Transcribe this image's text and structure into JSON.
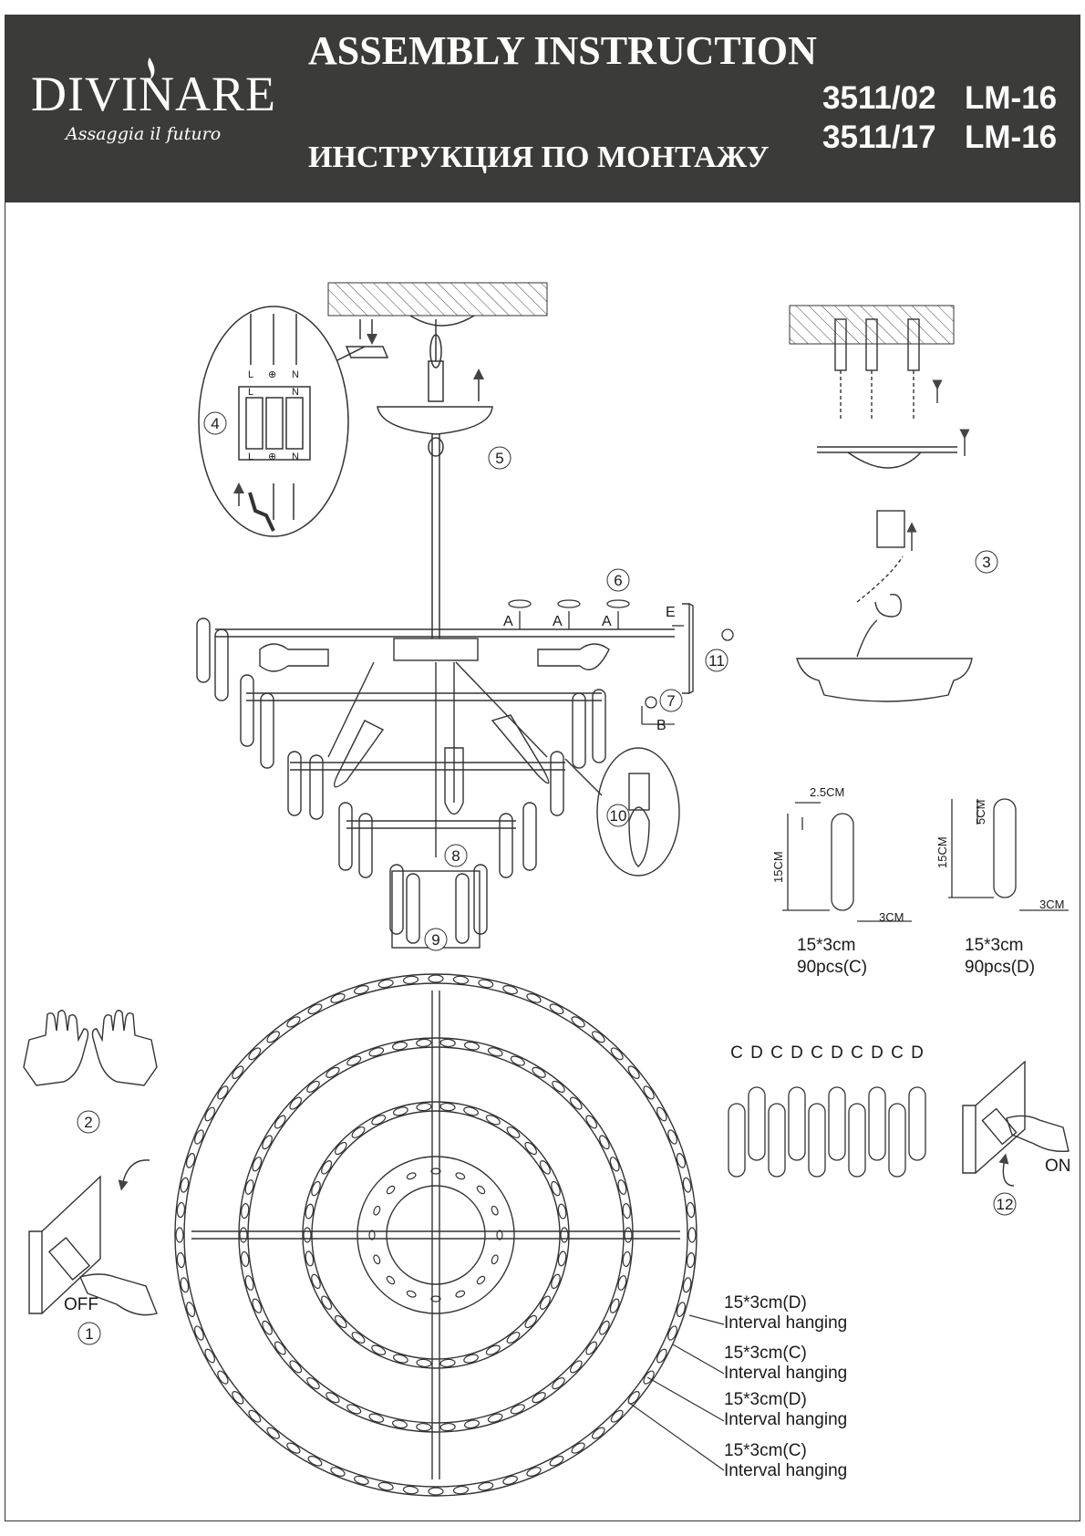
{
  "header": {
    "brand": "DIVINARE",
    "tagline": "Assaggia il futuro",
    "title_en": "ASSEMBLY INSTRUCTION",
    "title_ru": "ИНСТРУКЦИЯ ПО МОНТАЖУ",
    "models": [
      {
        "code": "3511/02",
        "type": "LM-16"
      },
      {
        "code": "3511/17",
        "type": "LM-16"
      }
    ]
  },
  "wiring": {
    "terminals_top": [
      "L",
      "⊕",
      "N"
    ],
    "terminals_mid": [
      "L",
      "N"
    ],
    "terminals_bot": [
      "L",
      "⊕",
      "N"
    ]
  },
  "steps": [
    "1",
    "2",
    "3",
    "4",
    "5",
    "6",
    "7",
    "8",
    "9",
    "10",
    "11",
    "12"
  ],
  "part_letters": {
    "a": "A",
    "b": "B",
    "e": "E"
  },
  "crystal_c": {
    "dim_top": "2.5CM",
    "dim_height": "15CM",
    "dim_width": "3CM",
    "size": "15*3cm",
    "count": "90pcs(C)"
  },
  "crystal_d": {
    "dim_top": "5CM",
    "dim_height": "15CM",
    "dim_width": "3CM",
    "size": "15*3cm",
    "count": "90pcs(D)"
  },
  "sequence": [
    "C",
    "D",
    "C",
    "D",
    "C",
    "D",
    "C",
    "D",
    "C",
    "D"
  ],
  "switch": {
    "off": "OFF",
    "on": "ON"
  },
  "rings": [
    {
      "size": "15*3cm(D)",
      "note": "Interval hanging"
    },
    {
      "size": "15*3cm(C)",
      "note": "Interval hanging"
    },
    {
      "size": "15*3cm(D)",
      "note": "Interval hanging"
    },
    {
      "size": "15*3cm(C)",
      "note": "Interval hanging"
    }
  ]
}
